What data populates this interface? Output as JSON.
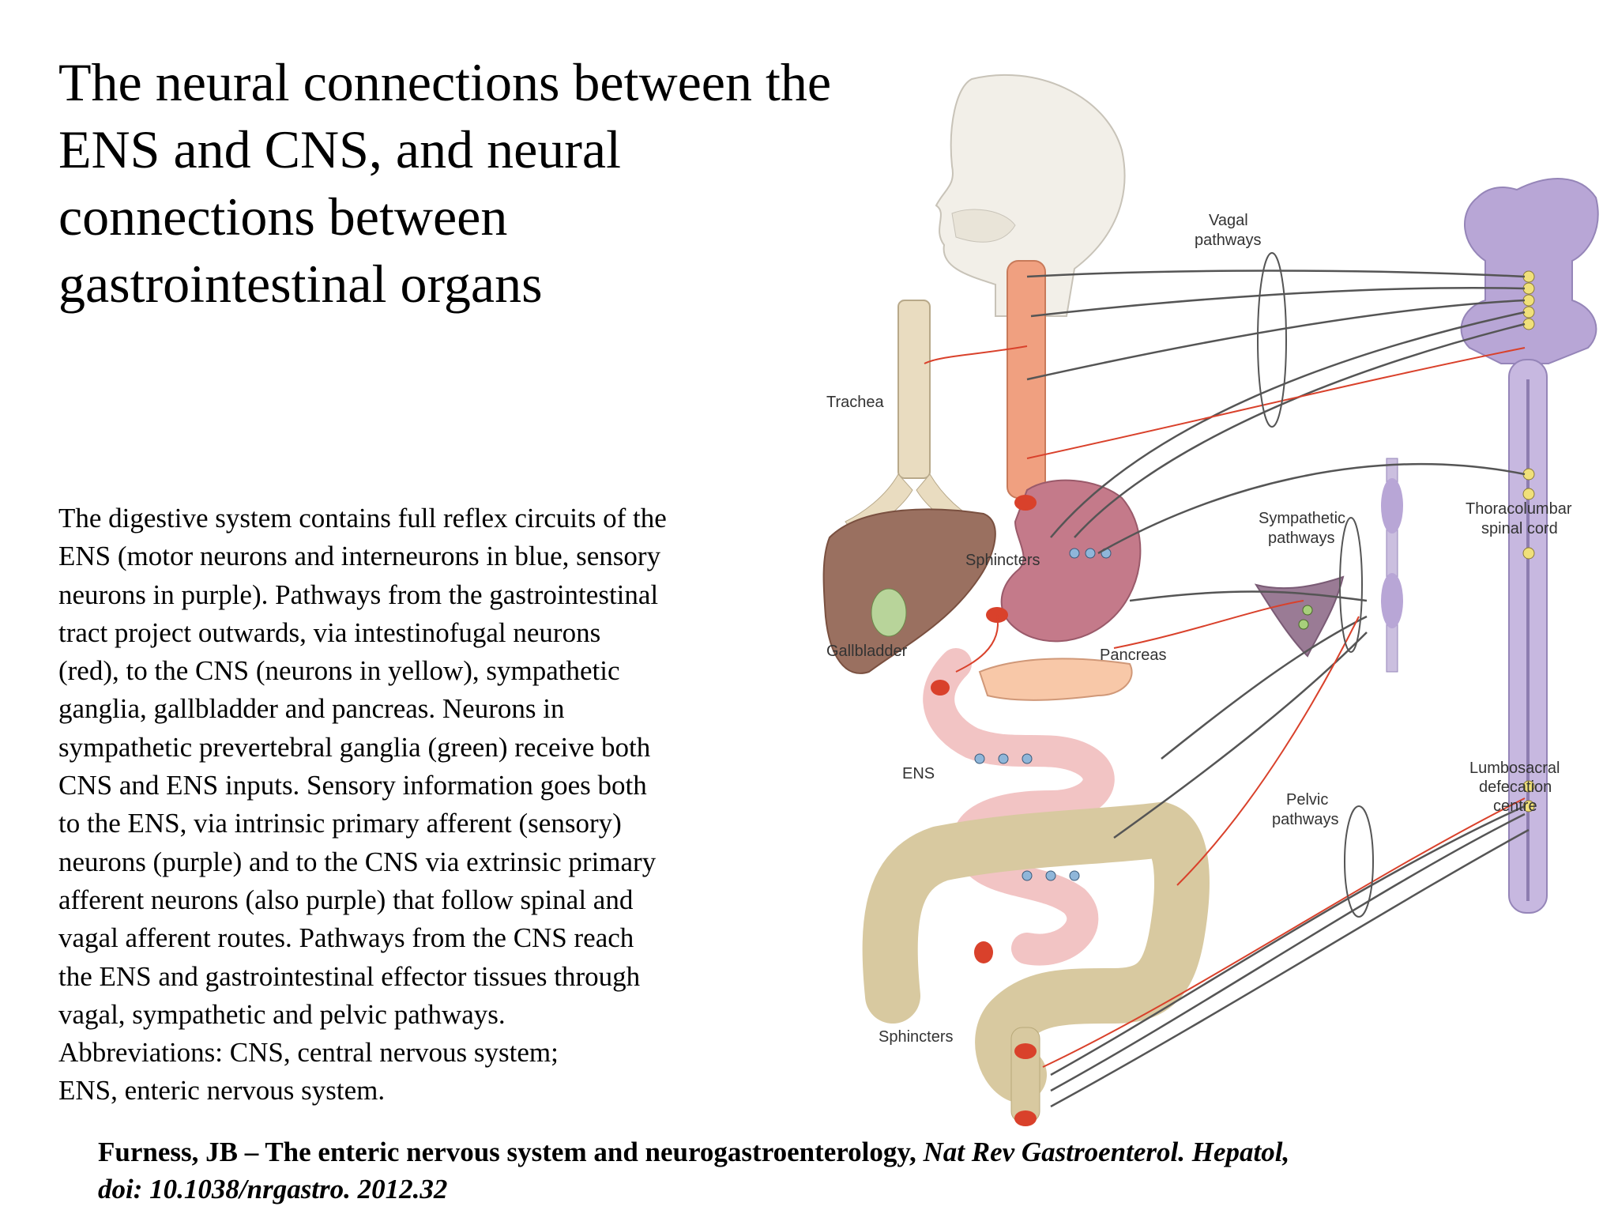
{
  "title_lines": [
    "The neural connections between the",
    "ENS and CNS, and neural",
    "connections between",
    "gastrointestinal organs"
  ],
  "description_lines": [
    "The digestive system contains full reflex circuits of the",
    "ENS (motor neurons and interneurons in blue, sensory",
    "neurons in purple). Pathways from the gastrointestinal",
    "tract project outwards, via intestinofugal neurons",
    "(red), to the CNS (neurons in yellow), sympathetic",
    "ganglia, gallbladder and pancreas. Neurons in",
    "sympathetic prevertebral ganglia (green) receive both",
    "CNS and ENS inputs. Sensory information goes both",
    "to the ENS, via intrinsic primary afferent (sensory)",
    "neurons (purple) and to the CNS via extrinsic primary",
    "afferent neurons (also purple) that follow spinal and",
    "vagal afferent routes. Pathways from the CNS reach",
    "the ENS and gastrointestinal effector tissues through",
    "vagal, sympathetic and pelvic pathways.",
    "Abbreviations: CNS, central nervous system;",
    "ENS, enteric nervous system."
  ],
  "citation": {
    "authors_title": "Furness, JB – The enteric nervous system and neurogastroenterology, ",
    "journal": "Nat Rev Gastroenterol. Hepatol,",
    "doi": "doi: 10.1038/nrgastro. 2012.32"
  },
  "diagram_labels": {
    "vagal": [
      "Vagal",
      "pathways"
    ],
    "trachea": "Trachea",
    "thoracolumbar": [
      "Thoracolumbar",
      "spinal cord"
    ],
    "sympathetic": [
      "Sympathetic",
      "pathways"
    ],
    "sphincters_top": "Sphincters",
    "gallbladder": "Gallbladder",
    "pancreas": "Pancreas",
    "ens": "ENS",
    "lumbosacral": [
      "Lumbosacral",
      "defecation",
      "centre"
    ],
    "pelvic": [
      "Pelvic",
      "pathways"
    ],
    "sphincters_bottom": "Sphincters"
  },
  "colors": {
    "motor_neuron": "#8fb6d9",
    "sensory_neuron": "#9a7fb8",
    "intestinofugal_neuron": "#d9412b",
    "cns_neuron": "#f0e07a",
    "sympathetic_ganglia": "#a7cf7b",
    "spinal_cord": "#b8a6d6",
    "esophagus": "#f0a080",
    "stomach": "#c47a8a",
    "liver": "#9a7060",
    "intestine": "#f2c4c4",
    "colon": "#d8c9a0"
  }
}
